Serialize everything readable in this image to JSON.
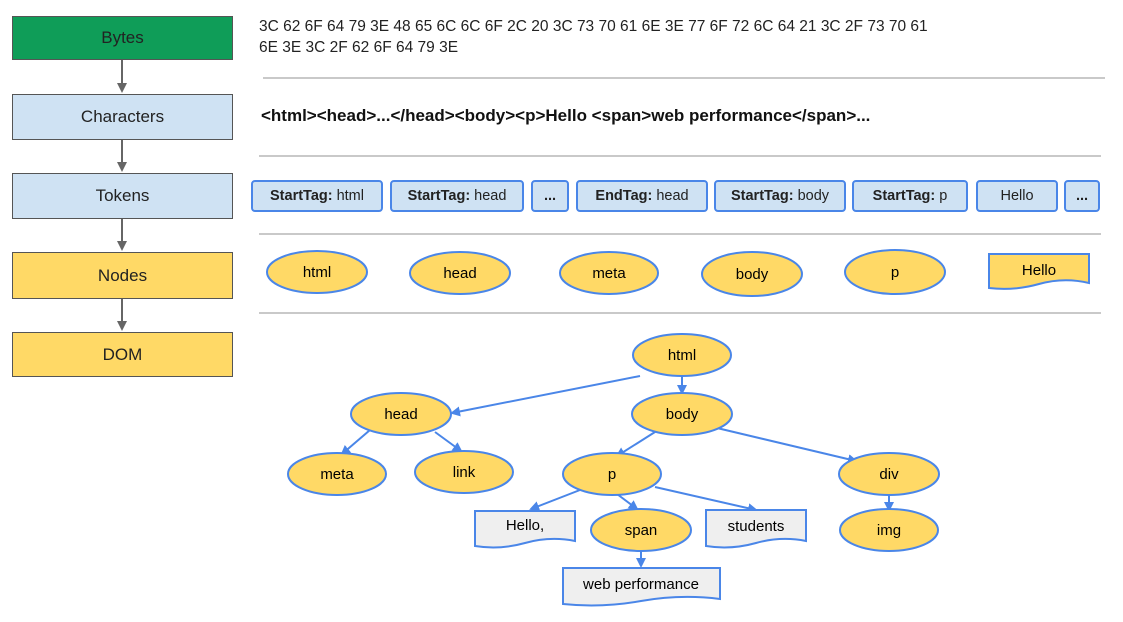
{
  "stages": {
    "bytes": "Bytes",
    "characters": "Characters",
    "tokens": "Tokens",
    "nodes": "Nodes",
    "dom": "DOM"
  },
  "colors": {
    "bytes": "#0f9d58",
    "characters": "#cfe2f3",
    "tokens": "#cfe2f3",
    "nodes": "#ffd966",
    "dom": "#ffd966",
    "arrow": "#4a86e8",
    "doc_fill": "#efefef"
  },
  "bytes_text": {
    "line1": "3C 62 6F 64 79 3E 48 65 6C 6C 6F 2C 20 3C 73 70 61 6E 3E 77 6F 72 6C 64 21 3C 2F 73 70 61",
    "line2": "6E 3E 3C 2F 62 6F 64 79 3E"
  },
  "characters_text": "<html><head>...</head><body><p>Hello <span>web performance</span>...",
  "tokens": [
    {
      "kind": "StartTag:",
      "name": "html"
    },
    {
      "kind": "StartTag:",
      "name": "head"
    },
    {
      "kind": "",
      "name": "..."
    },
    {
      "kind": "EndTag:",
      "name": "head"
    },
    {
      "kind": "StartTag:",
      "name": "body"
    },
    {
      "kind": "StartTag:",
      "name": "p"
    },
    {
      "kind": "",
      "name": "Hello"
    },
    {
      "kind": "",
      "name": "..."
    }
  ],
  "nodes": [
    "html",
    "head",
    "meta",
    "body",
    "p",
    "Hello"
  ],
  "dom_tree": {
    "html": "html",
    "head": "head",
    "body": "body",
    "meta": "meta",
    "link": "link",
    "p": "p",
    "div": "div",
    "hello": "Hello,",
    "span": "span",
    "students": "students",
    "img": "img",
    "web_performance": "web performance"
  }
}
